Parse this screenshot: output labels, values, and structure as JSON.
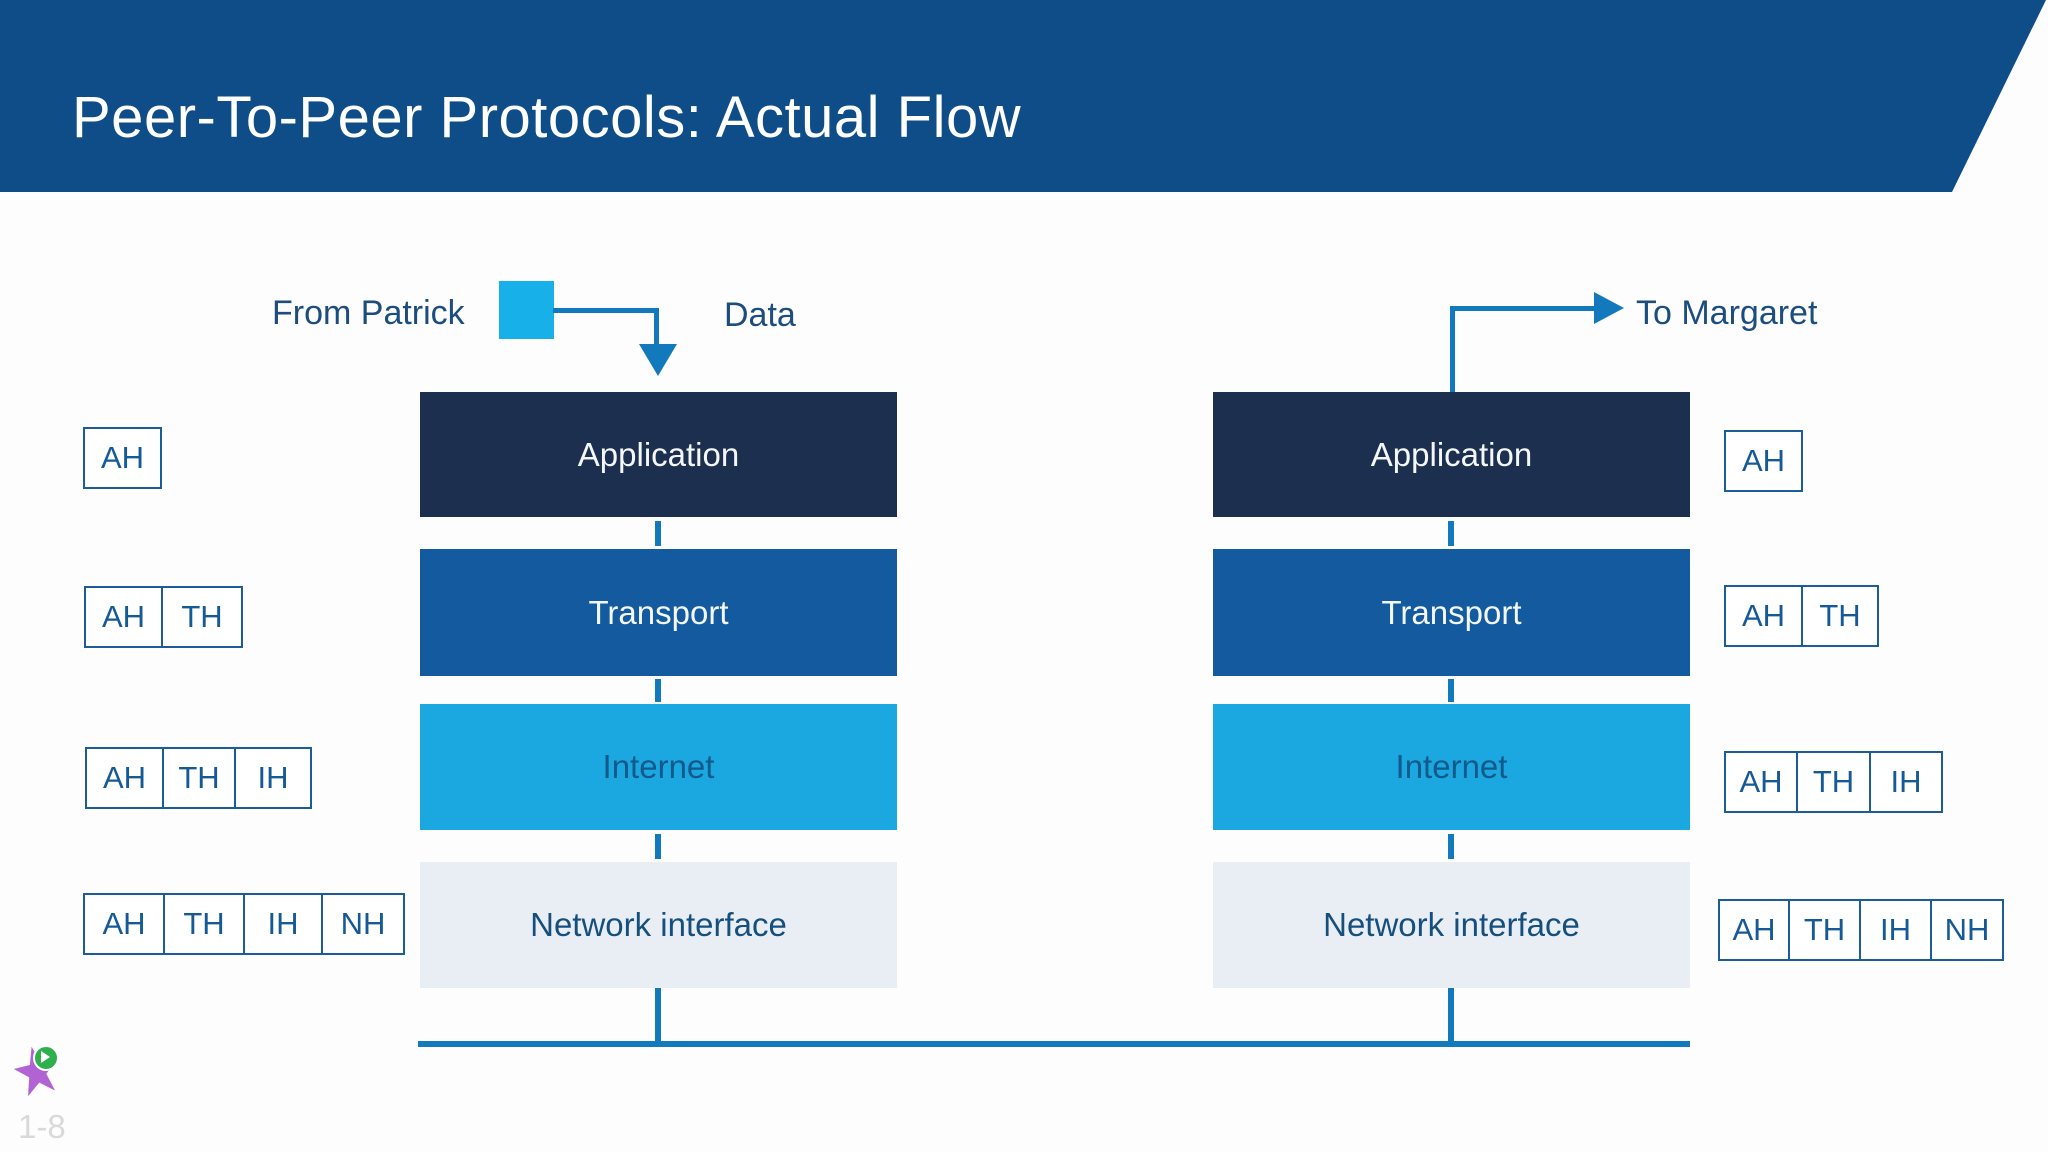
{
  "slide": {
    "title": "Peer-To-Peer Protocols: Actual Flow",
    "page_number": "1-8"
  },
  "flow": {
    "from_label": "From Patrick",
    "data_label": "Data",
    "to_label": "To Margaret"
  },
  "stacks": {
    "left": {
      "layers": [
        "Application",
        "Transport",
        "Internet",
        "Network interface"
      ]
    },
    "right": {
      "layers": [
        "Application",
        "Transport",
        "Internet",
        "Network interface"
      ]
    }
  },
  "header_labels": {
    "left_rows": [
      [
        "AH"
      ],
      [
        "AH",
        "TH"
      ],
      [
        "AH",
        "TH",
        "IH"
      ],
      [
        "AH",
        "TH",
        "IH",
        "NH"
      ]
    ],
    "right_rows": [
      [
        "AH"
      ],
      [
        "AH",
        "TH"
      ],
      [
        "AH",
        "TH",
        "IH"
      ],
      [
        "AH",
        "TH",
        "IH",
        "NH"
      ]
    ]
  },
  "colors": {
    "header_bar": "#0e4d87",
    "application_layer": "#1c2f4e",
    "transport_layer": "#135b9e",
    "internet_layer": "#1ba8e0",
    "network_interface_layer": "#e9eef5",
    "connector_line": "#1379bd",
    "data_packet": "#17b0e9",
    "label_box_border": "#1c5c99",
    "label_text": "#155a97",
    "logo_star": "#b263d3",
    "logo_circle": "#2fb04c",
    "page_number_text": "#d9d9d9"
  },
  "icons": {
    "logo": "star-play-icon",
    "down_arrow": "arrow-down-icon",
    "right_arrow": "arrow-right-icon"
  }
}
